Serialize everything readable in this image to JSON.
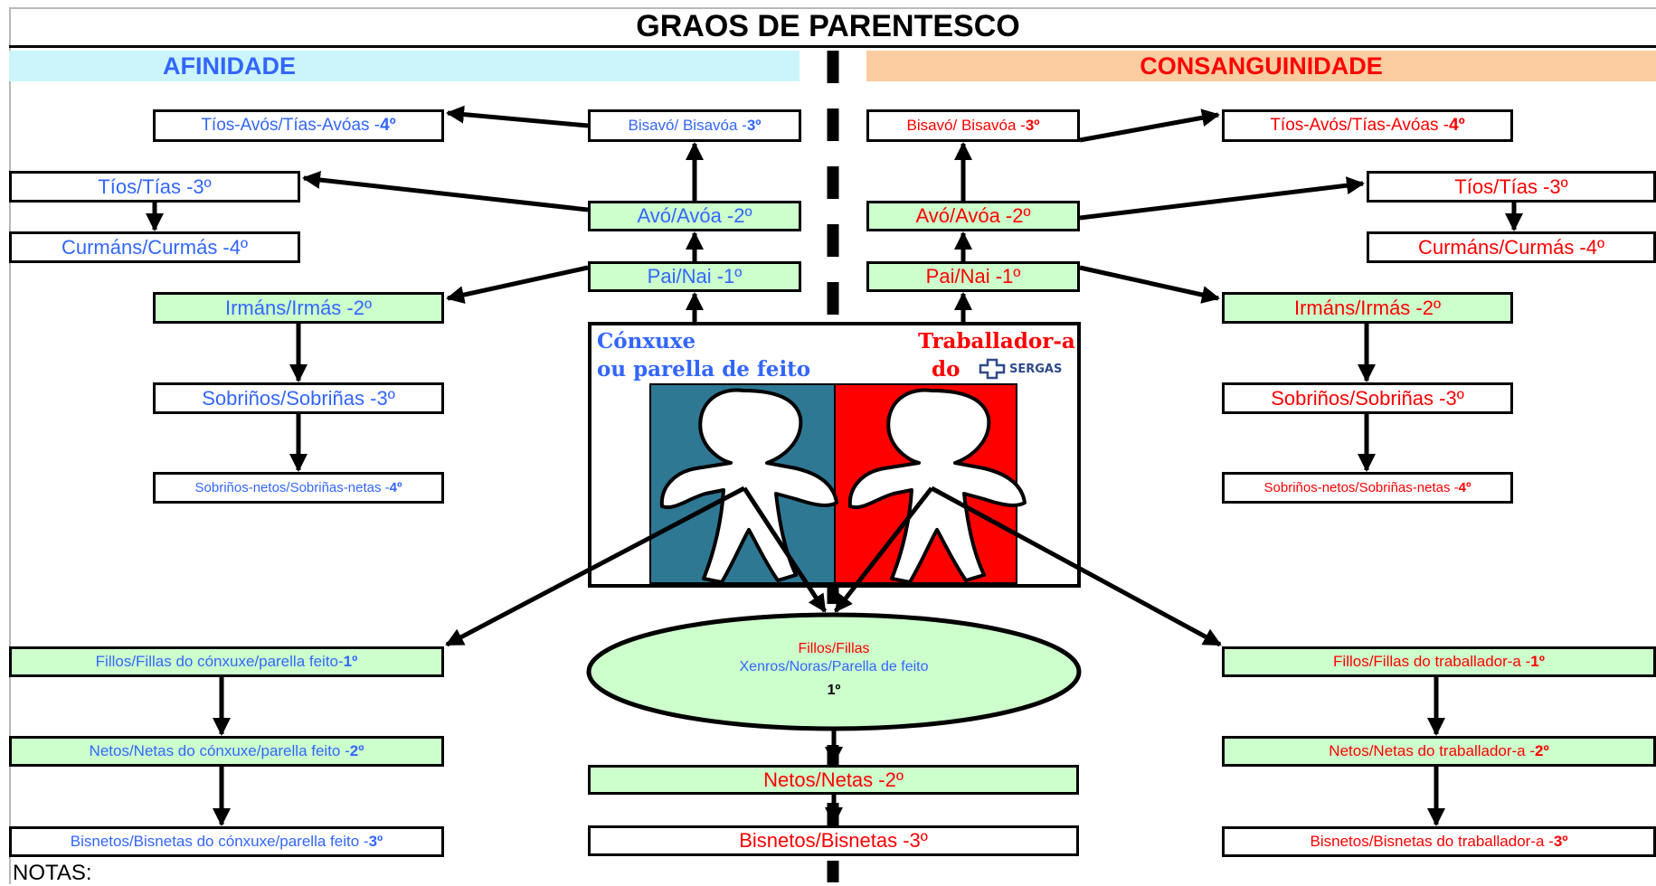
{
  "title": "GRAOS DE PARENTESCO",
  "headers": {
    "left": "AFINIDADE",
    "right": "CONSANGUINIDADE"
  },
  "colors": {
    "affinity": "#3366ff",
    "consanguinity": "#ff0000",
    "green_box": "#ccffcc",
    "affinity_header_bg": "#ccf5fb",
    "consanguinity_header_bg": "#fbcca0",
    "spouse_panel": "#2f7894",
    "worker_panel": "#ff0000"
  },
  "center": {
    "spouse_label_1": "Cónxuxe",
    "spouse_label_2": "ou parella de feito",
    "worker_label_1": "Traballador-a",
    "worker_label_2": "do",
    "logo_text": "SERGAS",
    "logo_icon": "sergas-cross-icon"
  },
  "nodes": {
    "aff_great_grandparents": {
      "text": "Bisavó/ Bisavóa - ",
      "degree": "3º"
    },
    "aff_grandparents": {
      "text": "Avó/Avóa -",
      "degree": "2º"
    },
    "aff_parents": {
      "text": "Pai/Nai -",
      "degree": "1º"
    },
    "aff_great_uncles": {
      "text": "Tíos-Avós/Tías-Avóas - ",
      "degree": "4º"
    },
    "aff_uncles": {
      "text": "Tíos/Tías - ",
      "degree": "3º"
    },
    "aff_cousins": {
      "text": "Curmáns/Curmás - ",
      "degree": "4º"
    },
    "aff_siblings": {
      "text": "Irmáns/Irmás -",
      "degree": "2º"
    },
    "aff_nephews": {
      "text": "Sobriños/Sobriñas - ",
      "degree": "3º"
    },
    "aff_grandnephews": {
      "text": "Sobriños-netos/Sobriñas-netas - ",
      "degree": "4º"
    },
    "aff_children": {
      "text": "Fillos/Fillas do cónxuxe/parella feito-",
      "degree": "1º"
    },
    "aff_grandchildren": {
      "text": "Netos/Netas do cónxuxe/parella feito -",
      "degree": "2º"
    },
    "aff_great_grandchildren": {
      "text": "Bisnetos/Bisnetas do cónxuxe/parella feito - ",
      "degree": "3º"
    },
    "con_great_grandparents": {
      "text": "Bisavó/ Bisavóa - ",
      "degree": "3º"
    },
    "con_grandparents": {
      "text": "Avó/Avóa -",
      "degree": "2º"
    },
    "con_parents": {
      "text": "Pai/Nai -",
      "degree": "1º"
    },
    "con_great_uncles": {
      "text": "Tíos-Avós/Tías-Avóas - ",
      "degree": "4º"
    },
    "con_uncles": {
      "text": "Tíos/Tías - ",
      "degree": "3º"
    },
    "con_cousins": {
      "text": "Curmáns/Curmás - ",
      "degree": "4º"
    },
    "con_siblings": {
      "text": "Irmáns/Irmás - ",
      "degree": "2º"
    },
    "con_nephews": {
      "text": "Sobriños/Sobriñas - ",
      "degree": "3º"
    },
    "con_grandnephews": {
      "text": "Sobriños-netos/Sobriñas-netas - ",
      "degree": "4º"
    },
    "con_children": {
      "text": "Fillos/Fillas do traballador-a -",
      "degree": "1º"
    },
    "con_grandchildren": {
      "text": "Netos/Netas do traballador-a -",
      "degree": "2º"
    },
    "con_great_grandchildren": {
      "text": "Bisnetos/Bisnetas do traballador-a -",
      "degree": "3º"
    },
    "grandchildren": {
      "text": "Netos/Netas - ",
      "degree": "2º"
    },
    "great_grandchildren": {
      "text": "Bisnetos/Bisnetas -",
      "degree": "3º"
    }
  },
  "ellipse": {
    "line1": "Fillos/Fillas",
    "line2": "Xenros/Noras/Parella de feito",
    "degree": "1º"
  },
  "notes": "NOTAS:"
}
